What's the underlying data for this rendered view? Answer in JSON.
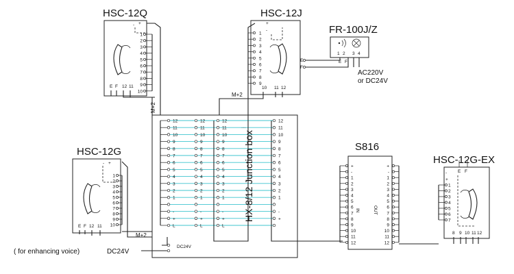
{
  "devices": {
    "hsc12q": {
      "title": "HSC-12Q",
      "plus": "+",
      "minus": "-",
      "terminals": [
        "1",
        "2",
        "3",
        "4",
        "5",
        "6",
        "7",
        "8",
        "9",
        "10"
      ],
      "bottom": [
        "E",
        "F",
        "12",
        "11"
      ]
    },
    "hsc12j": {
      "title": "HSC-12J",
      "plus": "+",
      "minus": "-",
      "terminals": [
        "1",
        "2",
        "3",
        "4",
        "5",
        "6",
        "7",
        "8",
        "9"
      ],
      "bottom": [
        "10",
        "11",
        "12"
      ],
      "side": [
        "E",
        "F"
      ]
    },
    "fr100jz": {
      "title": "FR-100J/Z",
      "terminals": [
        "1",
        "2",
        "3",
        "4"
      ],
      "bottom": [
        "E",
        "F"
      ]
    },
    "hsc12g": {
      "title": "HSC-12G",
      "plus": "+",
      "minus": "-",
      "terminals": [
        "1",
        "2",
        "3",
        "4",
        "5",
        "6",
        "7",
        "8",
        "9",
        "10"
      ],
      "bottom": [
        "E",
        "F",
        "12",
        "11"
      ]
    },
    "s816": {
      "title": "S816",
      "in_label": "IN",
      "out_label": "OUT",
      "rows": [
        "+",
        "-",
        "1",
        "2",
        "3",
        "4",
        "5",
        "6",
        "7",
        "8",
        "9",
        "10",
        "11",
        "12"
      ]
    },
    "hsc12gex": {
      "title": "HSC-12G-EX",
      "top": [
        "E",
        "F"
      ],
      "plus": "+",
      "minus": "-",
      "terminals": [
        "1",
        "2",
        "3",
        "4",
        "5",
        "6",
        "7"
      ],
      "bottom": [
        "8",
        "9",
        "10",
        "11",
        "12"
      ]
    }
  },
  "junction": {
    "title": "HX-8/12 Junction box",
    "rows": [
      "12",
      "11",
      "10",
      "9",
      "8",
      "7",
      "6",
      "5",
      "4",
      "3",
      "2",
      "1",
      "",
      "-",
      "+",
      "L"
    ],
    "dots": "···",
    "right_rows": [
      "12",
      "11",
      "10",
      "9",
      "8",
      "7",
      "6",
      "5",
      "4",
      "3",
      "2",
      "1",
      "",
      "-",
      "+"
    ]
  },
  "labels": {
    "m2_q": "M+2",
    "m2_j": "M+2",
    "m2_g": "M+2",
    "ac_line1": "AC220V",
    "ac_line2": "or DC24V",
    "dc24v_small": "DC24V",
    "dc24v_input": "DC24V",
    "enhancing_note": "( for enhancing voice)"
  },
  "icons": [
    "handset-icon",
    "speaker-icon",
    "lamp-icon"
  ]
}
